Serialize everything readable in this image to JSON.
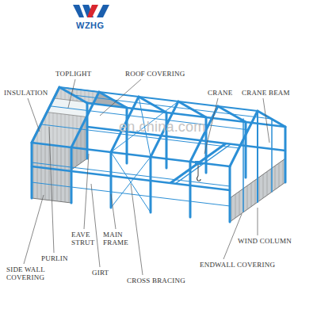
{
  "diagram": {
    "labels": [
      "WZHG",
      "TOPLIGHT",
      "ROOF COVERING",
      "INSULATION",
      "CRANE",
      "CRANE BEAM",
      "en.china.com",
      "EAVE STRUT",
      "MAIN FRAME",
      "WIND COLUMN",
      "PURLIN",
      "SIDE WALL COVERING",
      "GIRT",
      "CROSS BRACING",
      "ENDWALL COVERING"
    ]
  }
}
